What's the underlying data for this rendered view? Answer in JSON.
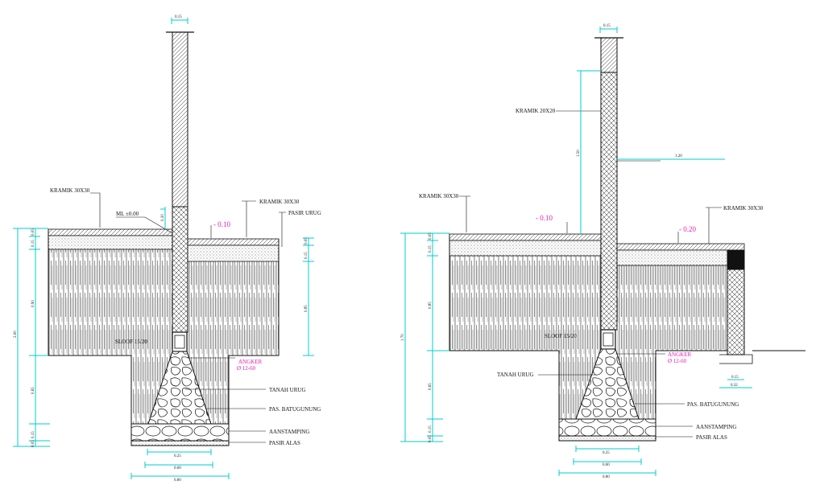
{
  "left_section": {
    "top_dim": "0.15",
    "kramik_left": "KRAMIK 30X30",
    "ml_level": "ML ±0.00",
    "kramik_right": "KRAMIK 30X30",
    "pasir_urug": "PASIR URUG",
    "level_right": "- 0.10",
    "sloof": "SLOOF 15/20",
    "angker": "ANGKER",
    "angker_spec": "Ø 12-60",
    "tanah_urug": "TANAH URUG",
    "pas_batugunung": "PAS. BATUGUNUNG",
    "aanstamping": "AANSTAMPING",
    "pasir_alas": "PASIR ALAS",
    "dim_left_total": "2.00",
    "dim_left_a": "0.05",
    "dim_left_b": "0.15",
    "dim_left_c": "0.90",
    "dim_left_d": "0.65",
    "dim_left_e": "0.15",
    "dim_left_f": "0.05",
    "dim_right_a": "0.05",
    "dim_right_b": "0.15",
    "dim_right_c": "0.85",
    "dim_wall_small": "0.20",
    "dim_bottom_1": "0.25",
    "dim_bottom_2": "0.60",
    "dim_bottom_3": "0.80"
  },
  "right_section": {
    "top_dim": "0.15",
    "kramik_wall": "KRAMIK 20X20",
    "dim_wall_height": "1.50",
    "dim_wall_width": "1.20",
    "kramik_left": "KRAMIK 30X30",
    "level_left": "- 0.10",
    "level_right": "- 0.20",
    "kramik_right": "KRAMIK 30X30",
    "sloof": "SLOOF 15/20",
    "angker": "ANGKER",
    "angker_spec": "Ø 12-60",
    "tanah_urug": "TANAH URUG",
    "pas_batugunung": "PAS. BATUGUNUNG",
    "aanstamping": "AANSTAMPING",
    "pasir_alas": "PASIR ALAS",
    "dim_left_total": "1.70",
    "dim_left_a": "0.05",
    "dim_left_b": "0.15",
    "dim_left_c": "0.85",
    "dim_left_d": "0.65",
    "dim_left_e": "0.15",
    "dim_left_f": "0.05",
    "dim_small_1": "0.15",
    "dim_small_2": "0.32",
    "dim_bottom_1": "0.25",
    "dim_bottom_2": "0.60",
    "dim_bottom_3": "0.80"
  },
  "colors": {
    "line": "#111111",
    "dimension": "#00cccc",
    "level": "#e11fb0"
  }
}
